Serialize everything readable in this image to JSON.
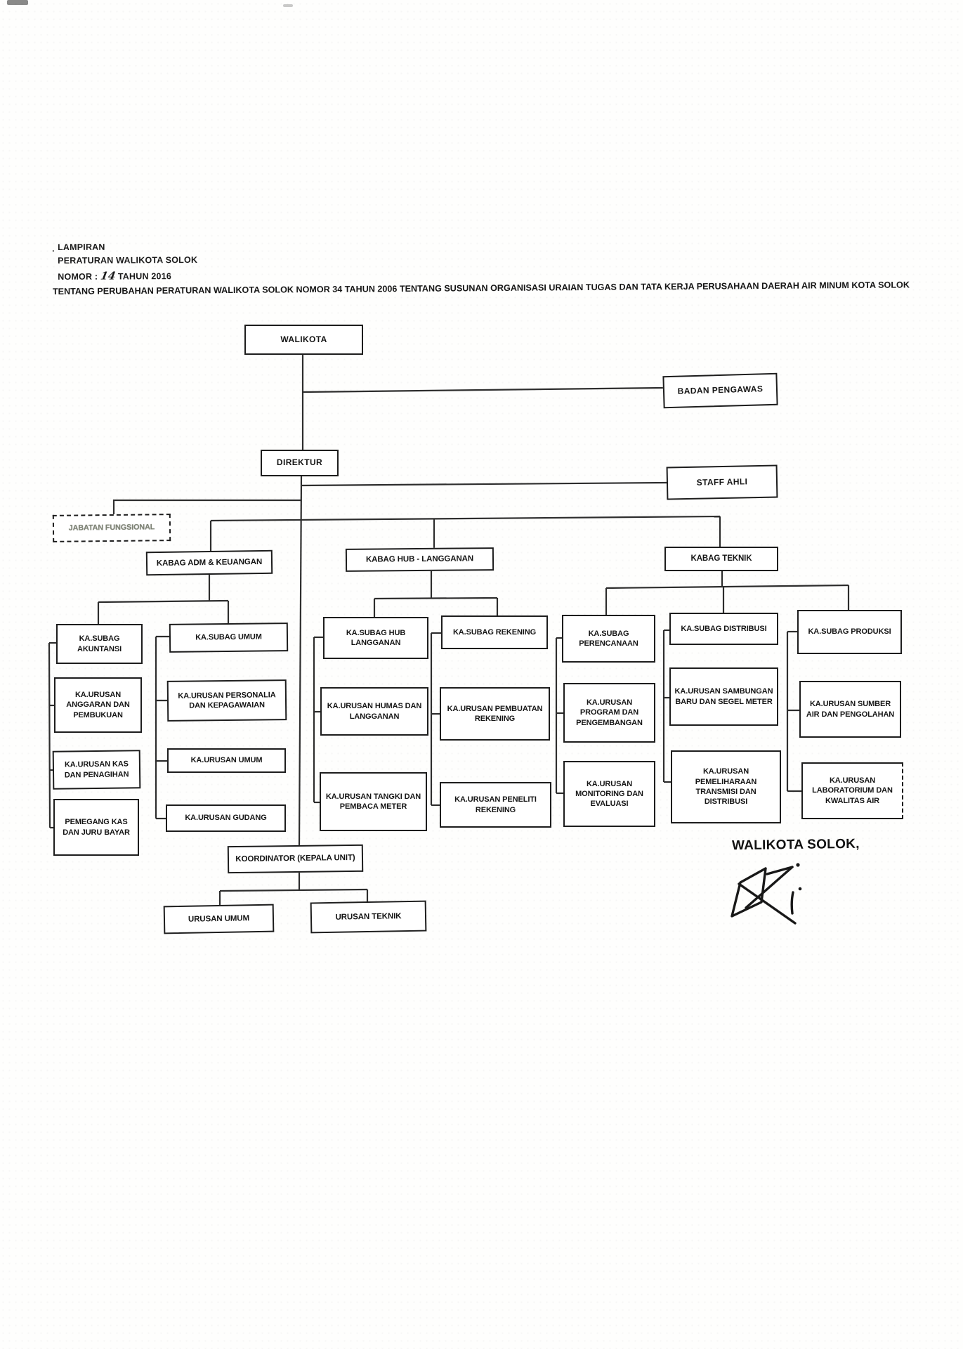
{
  "header": {
    "stray_mark": ".",
    "lampiran": "LAMPIRAN",
    "peraturan": "PERATURAN WALIKOTA SOLOK",
    "nomor_label": "NOMOR :",
    "nomor_value": "14",
    "nomor_tail": "TAHUN 2016",
    "subject": "TENTANG PERUBAHAN PERATURAN WALIKOTA SOLOK NOMOR 34 TAHUN 2006 TENTANG SUSUNAN ORGANISASI URAIAN TUGAS DAN TATA KERJA PERUSAHAAN DAERAH AIR MINUM KOTA SOLOK"
  },
  "nodes": {
    "walikota": "WALIKOTA",
    "badan_pengawas": "BADAN PENGAWAS",
    "direktur": "DIREKTUR",
    "staff_ahli": "STAFF AHLI",
    "jabatan_fungsional": "JABATAN FUNGSIONAL",
    "kabag_adm": "KABAG ADM & KEUANGAN",
    "kabag_hub": "KABAG HUB - LANGGANAN",
    "kabag_teknik": "KABAG TEKNIK",
    "ka_subag_akuntansi": "KA.SUBAG AKUNTANSI",
    "ka_urusan_anggaran": "KA.URUSAN ANGGARAN DAN PEMBUKUAN",
    "ka_urusan_kas": "KA.URUSAN KAS DAN PENAGIHAN",
    "pemegang_kas": "PEMEGANG KAS DAN JURU BAYAR",
    "ka_subag_umum": "KA.SUBAG UMUM",
    "ka_urusan_personalia": "KA.URUSAN PERSONALIA DAN KEPAGAWAIAN",
    "ka_urusan_umum": "KA.URUSAN UMUM",
    "ka_urusan_gudang": "KA.URUSAN GUDANG",
    "ka_subag_hub": "KA.SUBAG HUB LANGGANAN",
    "ka_urusan_humas": "KA.URUSAN HUMAS DAN LANGGANAN",
    "ka_urusan_tangki": "KA.URUSAN TANGKI DAN PEMBACA METER",
    "ka_subag_rekening": "KA.SUBAG REKENING",
    "ka_urusan_pembuatan_rekening": "KA.URUSAN PEMBUATAN REKENING",
    "ka_urusan_peneliti_rekening": "KA.URUSAN PENELITI REKENING",
    "ka_subag_perencanaan": "KA.SUBAG PERENCANAAN",
    "ka_urusan_program": "KA.URUSAN PROGRAM DAN PENGEMBANGAN",
    "ka_urusan_monitoring": "KA.URUSAN MONITORING DAN EVALUASI",
    "ka_subag_distribusi": "KA.SUBAG DISTRIBUSI",
    "ka_urusan_sambungan": "KA.URUSAN SAMBUNGAN BARU DAN SEGEL METER",
    "ka_urusan_pemeliharaan": "KA.URUSAN PEMELIHARAAN TRANSMISI DAN DISTRIBUSI",
    "ka_subag_produksi": "KA.SUBAG PRODUKSI",
    "ka_urusan_sumber_air": "KA.URUSAN SUMBER AIR DAN PENGOLAHAN",
    "ka_urusan_laboratorium": "KA.URUSAN LABORATORIUM DAN KWALITAS AIR",
    "koordinator": "KOORDINATOR (KEPALA UNIT)",
    "urusan_umum": "URUSAN UMUM",
    "urusan_teknik": "URUSAN TEKNIK"
  },
  "signature": {
    "title": "WALIKOTA SOLOK,"
  }
}
